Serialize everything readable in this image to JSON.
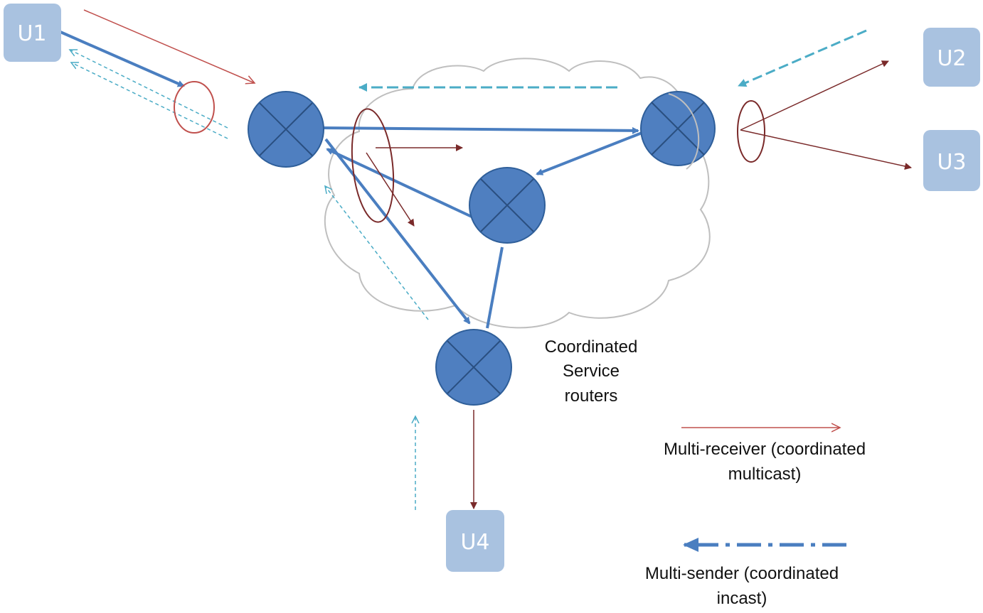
{
  "users": [
    {
      "id": "u1",
      "label": "U1"
    },
    {
      "id": "u2",
      "label": "U2"
    },
    {
      "id": "u3",
      "label": "U3"
    },
    {
      "id": "u4",
      "label": "U4"
    }
  ],
  "router_label": {
    "line1": "Coordinated",
    "line2": "Service",
    "line3": "routers"
  },
  "legend": {
    "multi_receiver": {
      "line1": "Multi-receiver (coordinated",
      "line2": "multicast)"
    },
    "multi_sender": {
      "line1": "Multi-sender (coordinated",
      "line2": "incast)"
    }
  },
  "colors": {
    "user_box": "#a9c2e0",
    "router_fill": "#4f7fc0",
    "router_stroke": "#2f5f9a",
    "core_arrow": "#4a7ec0",
    "multicast_arrow": "#7a2a2a",
    "multicast_legend": "#c0504d",
    "incast_arrow": "#4bacc6",
    "cloud_stroke": "#bfbfbf"
  },
  "icons": {
    "router": "router-cross-icon",
    "cloud": "network-cloud-icon"
  }
}
